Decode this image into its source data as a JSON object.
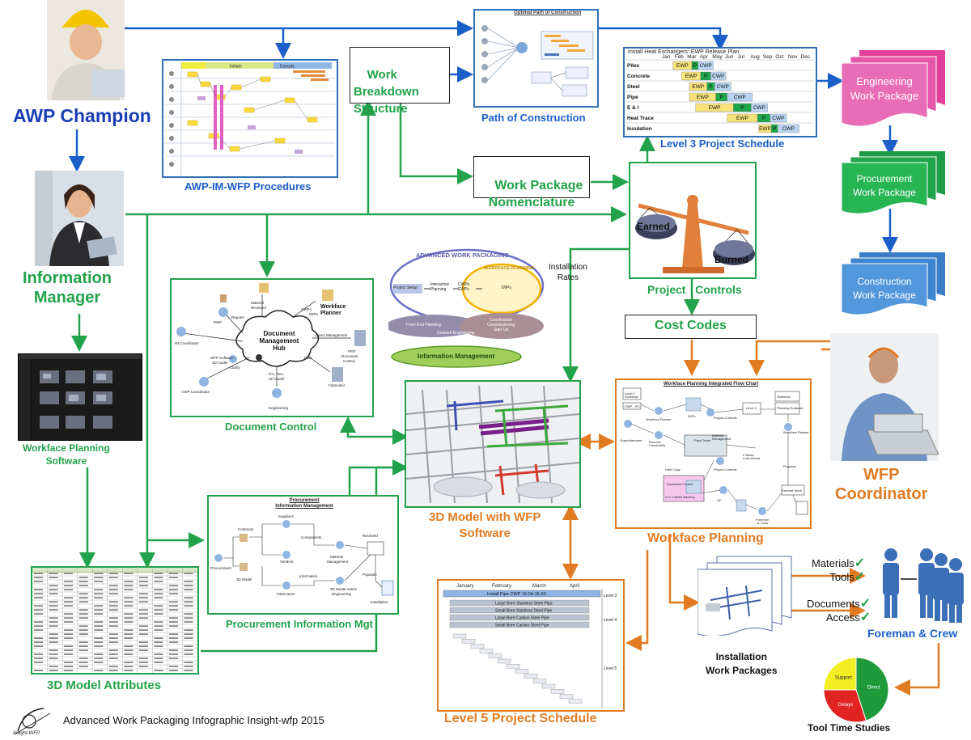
{
  "roles": {
    "awp_champion": "AWP Champion",
    "information_manager": "Information\nManager",
    "wfp_coordinator": "WFP\nCoordinator",
    "foreman_crew": "Foreman & Crew"
  },
  "nodes": {
    "awp_procedures": "AWP-IM-WFP Procedures",
    "wbs": "Work\nBreakdown\nStructure",
    "path_of_construction": "Path of Construction",
    "path_of_construction_title": "Optimal Path of Construction",
    "level3": "Level 3 Project Schedule",
    "work_package_nomenclature": "Work Package\nNomenclature",
    "project_controls": "Project   Controls",
    "earned": "Earned",
    "burned": "Burned",
    "cost_codes": "Cost Codes",
    "installation_rates": "Installation\nRates",
    "document_control": "Document Control",
    "document_management_hub": "Document\nManagement\nHub",
    "workface_planner": "Workface\nPlanner",
    "workface_planning_software": "Workface Planning\nSoftware",
    "model_3d": "3D Model with WFP\nSoftware",
    "procurement_info_mgt": "Procurement Information Mgt",
    "procurement_info_title": "Procurement\nInformation Management",
    "model_attributes": "3D Model Attributes",
    "level5": "Level 5 Project Schedule",
    "workface_planning": "Workface Planning",
    "workface_flow_title": "Workface Planning Integrated Flow Chart",
    "installation_work_packages": "Installation\nWork Packages",
    "tool_time_studies": "Tool Time Studies",
    "engineering_wp": "Engineering\nWork Package",
    "procurement_wp": "Procurement\nWork Package",
    "construction_wp": "Construction\nWork Package"
  },
  "awp_graphic": {
    "title": "ADVANCED WORK PACKAGING",
    "workface_planning": "WORKFACE PLANNING",
    "project_setup": "Project Setup",
    "interactive_planning": "Interactive\nPlanning",
    "cwps": "CWPs\nEWPs",
    "iwps": "IWPs",
    "front_end": "Front End Planning",
    "detailed_eng": "Detailed Engineering",
    "construction": "Construction\nCommissioning\nStart Up",
    "info_mgmt": "Information Management"
  },
  "ewp_schedule": {
    "title": "Install Heat Exchangers: EWP Release Plan",
    "months": [
      "Jan",
      "Feb",
      "Mar",
      "Apr",
      "May",
      "Jun",
      "Jul",
      "Aug",
      "Sep",
      "Oct",
      "Nov",
      "Dec"
    ],
    "rows": [
      {
        "label": "Piles",
        "bars": [
          [
            "EWP",
            1,
            2.5
          ],
          [
            "P",
            2.5,
            3
          ],
          [
            "CWP",
            3,
            4.2
          ]
        ]
      },
      {
        "label": "Concrete",
        "bars": [
          [
            "EWP",
            1.7,
            3.2
          ],
          [
            "P",
            3.2,
            4
          ],
          [
            "CWP",
            4,
            5.2
          ]
        ]
      },
      {
        "label": "Steel",
        "bars": [
          [
            "EWP",
            2.3,
            3.7
          ],
          [
            "P",
            3.7,
            4.3
          ],
          [
            "CWP",
            4.3,
            5.6
          ]
        ]
      },
      {
        "label": "Pipe",
        "bars": [
          [
            "EWP",
            2.3,
            4.4
          ],
          [
            "P",
            4.4,
            5.3
          ],
          [
            "CWP",
            5.3,
            7.3
          ]
        ]
      },
      {
        "label": "E & I",
        "bars": [
          [
            "EWP",
            2.8,
            5.8
          ],
          [
            "P",
            5.8,
            7.2
          ],
          [
            "CWP",
            7.2,
            8.5
          ]
        ]
      },
      {
        "label": "Heat Trace",
        "bars": [
          [
            "EWP",
            5.3,
            7.7
          ],
          [
            "P",
            7.7,
            8.7
          ],
          [
            "CWP",
            8.7,
            10
          ]
        ]
      },
      {
        "label": "Insulation",
        "bars": [
          [
            "EWP",
            7.8,
            8.8
          ],
          [
            "P",
            8.8,
            9.3
          ],
          [
            "CWP",
            9.3,
            11
          ]
        ]
      }
    ]
  },
  "level5_schedule": {
    "months": [
      "January",
      "February",
      "March",
      "April"
    ],
    "header": "Install Pipe CWP 12-04-16-03",
    "bars": [
      "Large Bore Stainless Steel Pipe",
      "Small Bore Stainless Steel Pipe",
      "Large Bore Carbon Steel Pipe",
      "Small Bore Carbon Steel Pipe"
    ],
    "levels": [
      "Level 3",
      "Level 4",
      "Level 5"
    ]
  },
  "foreman_items": {
    "materials": "Materials",
    "tools": "Tools",
    "documents": "Documents",
    "access": "Access",
    "check": "✓"
  },
  "tool_time": {
    "slices": [
      {
        "label": "Support",
        "value": 25,
        "color": "#f2ee22"
      },
      {
        "label": "Direct",
        "value": 45,
        "color": "#1e9a3b"
      },
      {
        "label": "Delays",
        "value": 30,
        "color": "#e02424"
      }
    ]
  },
  "footer": {
    "text": "Advanced Work Packaging Infographic Insight-wfp 2015",
    "logo": "Insight-WFP"
  },
  "colors": {
    "blue": "#1a5fc8",
    "green": "#22a24a",
    "orange": "#e07b22",
    "pink": "#e0409a",
    "green_pkg": "#1fa64a",
    "blue_pkg": "#3f86d1"
  }
}
